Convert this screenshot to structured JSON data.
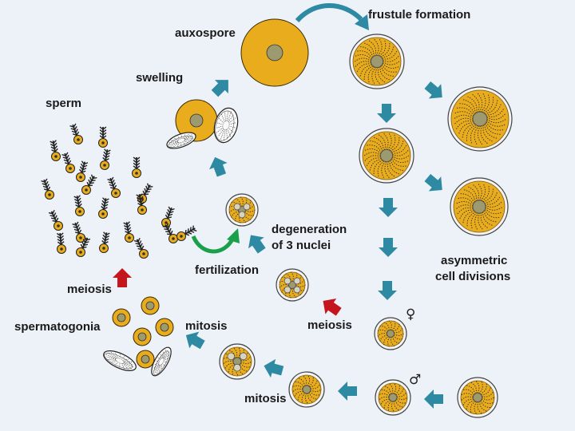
{
  "labels": {
    "auxospore": "auxospore",
    "frustule_formation": "frustule formation",
    "swelling": "swelling",
    "sperm": "sperm",
    "degeneration_line1": "degeneration",
    "degeneration_line2": "of 3 nuclei",
    "fertilization": "fertilization",
    "asymmetric_line1": "asymmetric",
    "asymmetric_line2": "cell divisions",
    "meiosis_left": "meiosis",
    "meiosis_right": "meiosis",
    "spermatogonia": "spermatogonia",
    "mitosis_upper": "mitosis",
    "mitosis_lower": "mitosis",
    "female_symbol": "♀",
    "male_symbol": "♂"
  },
  "colors": {
    "background": "#edf1f8",
    "cell_fill": "#e8ac1c",
    "nucleus_fill": "#9c9a6e",
    "teal_arrow": "#2e8aa3",
    "red_arrow": "#c4161c",
    "green_arrow": "#1aa04a"
  }
}
